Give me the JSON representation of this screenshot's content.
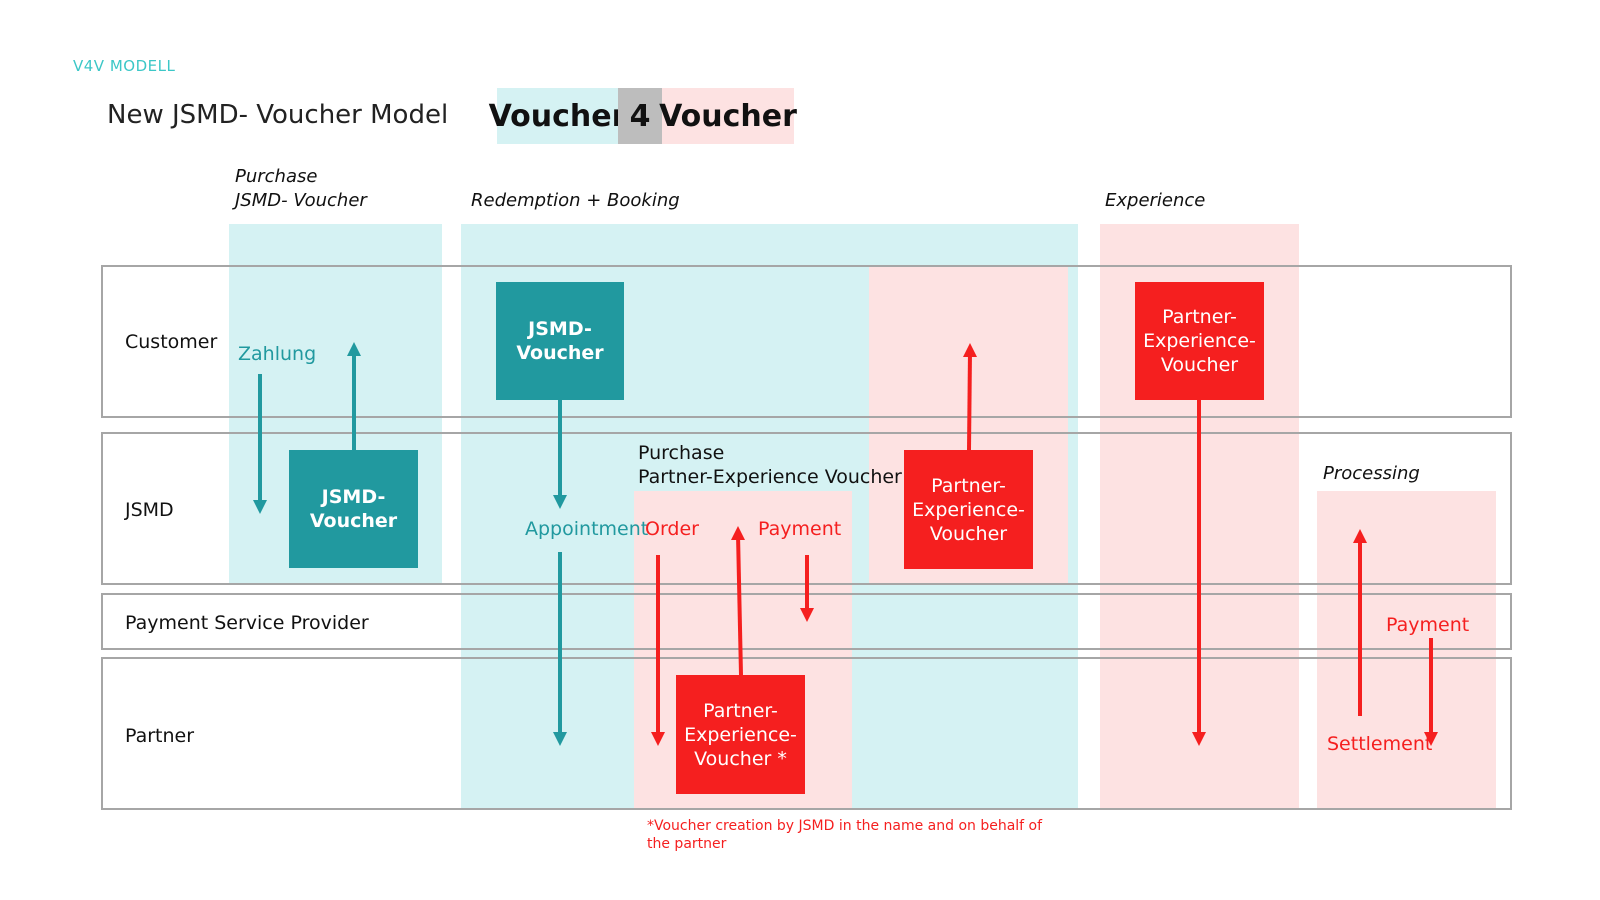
{
  "header": {
    "eyebrow": "V4V MODELL",
    "title": "New JSMD- Voucher Model",
    "badge": {
      "left": "Voucher",
      "middle": "4",
      "right": "Voucher"
    }
  },
  "colors": {
    "teal": "#21999f",
    "teal_light": "#d5f2f3",
    "red": "#f51f1f",
    "red_light": "#fde2e2",
    "grey": "#bdbdbd"
  },
  "lanes": [
    "Customer",
    "JSMD",
    "Payment Service Provider",
    "Partner"
  ],
  "phases": {
    "purchase": [
      "Purchase",
      "JSMD- Voucher"
    ],
    "redemption": "Redemption + Booking",
    "experience": "Experience",
    "purchase_partner": [
      "Purchase",
      "Partner-Experience Voucher"
    ],
    "processing": "Processing"
  },
  "boxes": {
    "jsmd_voucher_jsmd": [
      "JSMD-",
      "Voucher"
    ],
    "jsmd_voucher_customer": [
      "JSMD-",
      "Voucher"
    ],
    "partner_voucher_jsmd": [
      "Partner-",
      "Experience-",
      "Voucher"
    ],
    "partner_voucher_partner": [
      "Partner-",
      "Experience-",
      "Voucher *"
    ],
    "partner_voucher_customer": [
      "Partner-",
      "Experience-",
      "Voucher"
    ]
  },
  "labels": {
    "zahlung": "Zahlung",
    "appointment": "Appointment",
    "order": "Order",
    "payment_jsmd": "Payment",
    "payment_processing": "Payment",
    "settlement": "Settlement"
  },
  "footnote": [
    "*Voucher creation by JSMD in the name and on behalf of",
    "the partner"
  ]
}
